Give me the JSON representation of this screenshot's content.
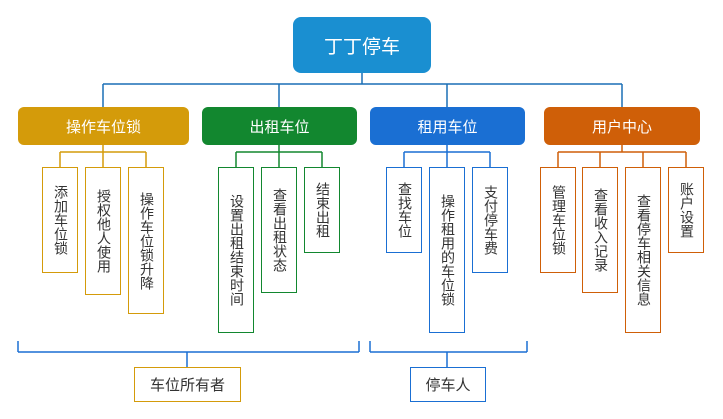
{
  "root": {
    "label": "丁丁停车",
    "color": "#1a8fd1"
  },
  "categories": [
    {
      "label": "操作车位锁",
      "color": "#d49b0a",
      "children": [
        "添加车位锁",
        "授权他人使用",
        "操作车位锁升降"
      ]
    },
    {
      "label": "出租车位",
      "color": "#12872f",
      "children": [
        "设置出租结束时间",
        "查看出租状态",
        "结束出租"
      ]
    },
    {
      "label": "租用车位",
      "color": "#1a6fd3",
      "children": [
        "查找车位",
        "操作租用的车位锁",
        "支付停车费"
      ]
    },
    {
      "label": "用户中心",
      "color": "#cf5f08",
      "children": [
        "管理车位锁",
        "查看收入记录",
        "查看停车相关信息",
        "账户设置"
      ]
    }
  ],
  "roles": [
    {
      "label": "车位所有者",
      "color": "#d49b0a"
    },
    {
      "label": "停车人",
      "color": "#1a6fd3"
    }
  ],
  "connector_color": "#1a6fb5"
}
